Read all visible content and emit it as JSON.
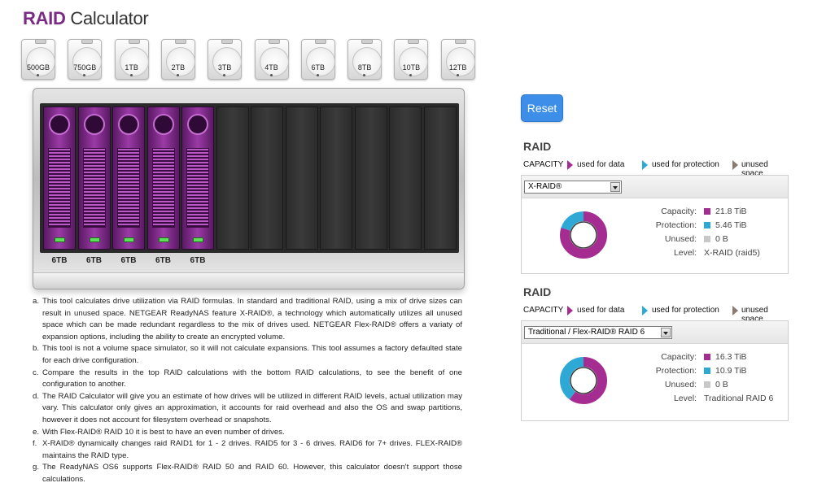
{
  "title": {
    "brand": "RAID",
    "rest": " Calculator"
  },
  "drives": [
    "500GB",
    "750GB",
    "1TB",
    "2TB",
    "3TB",
    "4TB",
    "6TB",
    "8TB",
    "10TB",
    "12TB"
  ],
  "bays": {
    "installed": [
      "6TB",
      "6TB",
      "6TB",
      "6TB",
      "6TB"
    ],
    "empty_count": 7
  },
  "reset_label": "Reset",
  "colors": {
    "data": "#a52d92",
    "protection": "#2ea9d6",
    "unused": "#c8c8c8",
    "brand": "#7b2a86",
    "reset": "#3d8ee8"
  },
  "legend": {
    "capacity": "CAPACITY",
    "data": "used for data",
    "protection": "used for protection",
    "unused": "unused space"
  },
  "panels": [
    {
      "heading": "RAID",
      "select_value": "X-RAID®",
      "ratio": {
        "data": 0.8,
        "protection": 0.2,
        "unused": 0
      },
      "capacity_label": "Capacity:",
      "capacity": "21.8 TiB",
      "protection_label": "Protection:",
      "protection": "5.46 TiB",
      "unused_label": "Unused:",
      "unused": "0 B",
      "level_label": "Level:",
      "level": "X-RAID (raid5)"
    },
    {
      "heading": "RAID",
      "select_value": "Traditional / Flex-RAID® RAID 6",
      "ratio": {
        "data": 0.6,
        "protection": 0.4,
        "unused": 0
      },
      "capacity_label": "Capacity:",
      "capacity": "16.3 TiB",
      "protection_label": "Protection:",
      "protection": "10.9 TiB",
      "unused_label": "Unused:",
      "unused": "0 B",
      "level_label": "Level:",
      "level": "Traditional RAID 6"
    }
  ],
  "notes": [
    {
      "mark": "a.",
      "text": "This tool calculates drive utilization via RAID formulas. In standard and traditional RAID, using a mix of drive sizes can result in unused space. NETGEAR ReadyNAS feature X-RAID®, a technology which automatically utilizes all unused space which can be made redundant regardless to the mix of drives used. NETGEAR Flex-RAID® offers a variaty of expansion options, including the ability to create an encrypted volume."
    },
    {
      "mark": "b.",
      "text": "This tool is not a volume space simulator, so it will not calculate expansions. This tool assumes a factory defaulted state for each drive configuration."
    },
    {
      "mark": "c.",
      "text": "Compare the results in the top RAID calculations with the bottom RAID calculations, to see the benefit of one configuration to another."
    },
    {
      "mark": "d.",
      "text": "The RAID Calculator will give you an estimate of how drives will be utilized in different RAID levels, actual utilization may vary. This calculator only gives an approximation, it accounts for raid overhead and also the OS and swap partitions, however it does not account for filesystem overhead or snapshots."
    },
    {
      "mark": "e.",
      "text": "With Flex-RAID® RAID 10 it is best to have an even number of drives."
    },
    {
      "mark": "f.",
      "text": "X-RAID® dynamically changes raid RAID1 for 1 - 2 drives. RAID5 for 3 - 6 drives. RAID6 for 7+ drives. FLEX-RAID® maintains the RAID type."
    },
    {
      "mark": "g.",
      "text": "The ReadyNAS OS6 supports Flex-RAID® RAID 50 and RAID 60. However, this calculator doesn't support those calculations."
    }
  ]
}
